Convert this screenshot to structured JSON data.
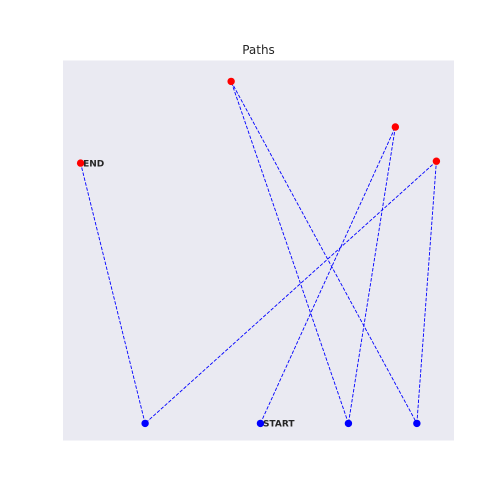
{
  "chart_data": {
    "type": "scatter",
    "title": "Paths",
    "xlabel": "",
    "ylabel": "",
    "grid": false,
    "background_color": "#EAEAF2",
    "path_color": "#0000FF",
    "start_color": "#0000FF",
    "end_color": "#FF0000",
    "xlim": [
      0,
      1
    ],
    "ylim": [
      0,
      1
    ],
    "path": [
      {
        "x": 0.505,
        "y": 0.045,
        "label": "START",
        "role": "start"
      },
      {
        "x": 0.85,
        "y": 0.825
      },
      {
        "x": 0.73,
        "y": 0.045,
        "role": "start"
      },
      {
        "x": 0.43,
        "y": 0.945
      },
      {
        "x": 0.905,
        "y": 0.045,
        "role": "start"
      },
      {
        "x": 0.955,
        "y": 0.735
      },
      {
        "x": 0.21,
        "y": 0.045,
        "role": "start"
      },
      {
        "x": 0.045,
        "y": 0.73,
        "label": "END"
      }
    ]
  }
}
